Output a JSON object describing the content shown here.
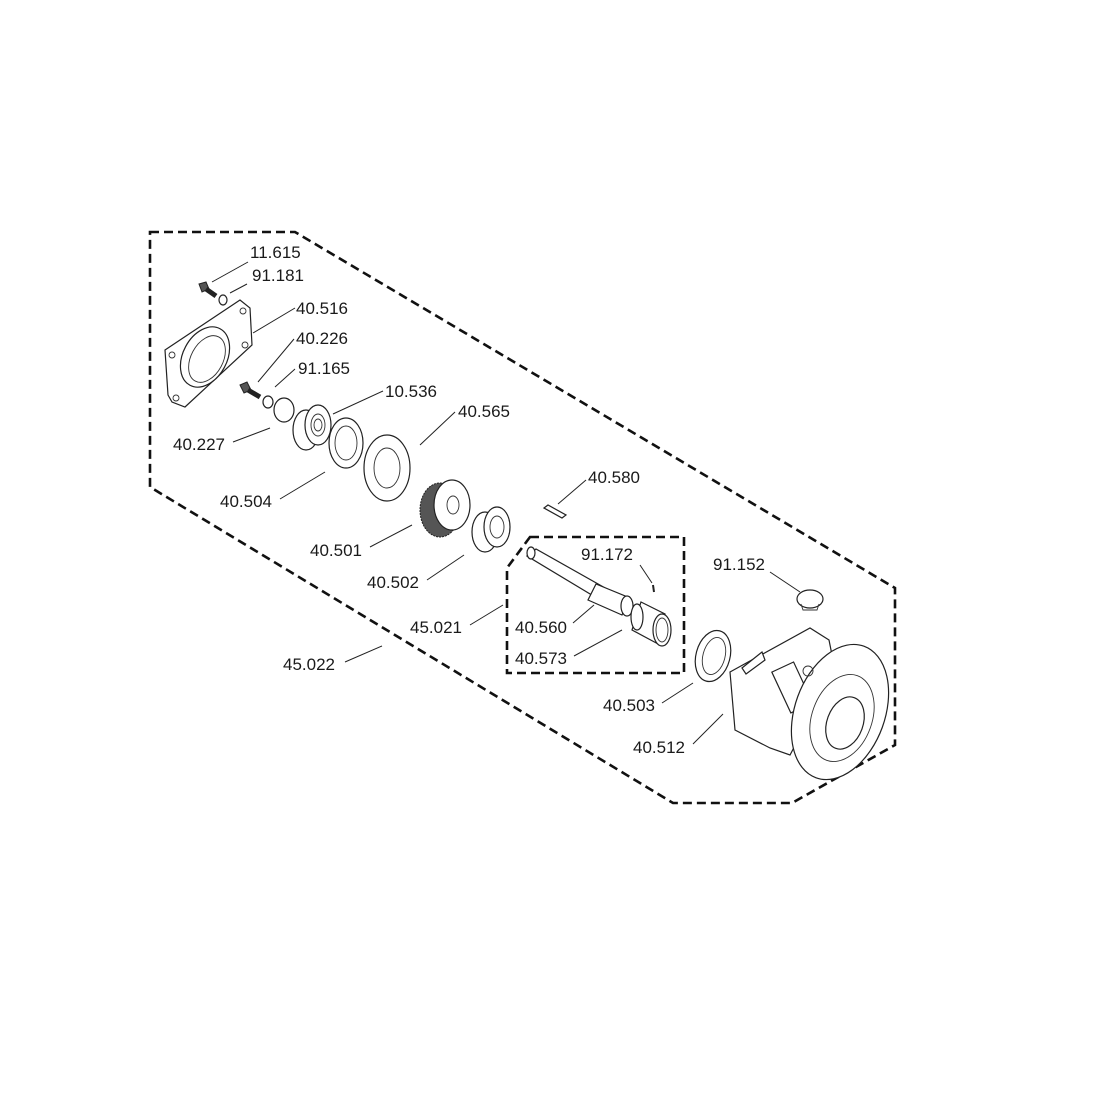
{
  "diagram": {
    "type": "exploded-parts-view",
    "groups": [
      {
        "id": "45.022",
        "style": "dashed-outline"
      },
      {
        "id": "45.021",
        "style": "dashed-outline"
      }
    ],
    "labels": {
      "p11615": "11.615",
      "p91181": "91.181",
      "p40516": "40.516",
      "p40226": "40.226",
      "p91165": "91.165",
      "p10536": "10.536",
      "p40565": "40.565",
      "p40227": "40.227",
      "p40504": "40.504",
      "p40580": "40.580",
      "p40501": "40.501",
      "p91172": "91.172",
      "p91152": "91.152",
      "p40502": "40.502",
      "p45021": "45.021",
      "p40560": "40.560",
      "p40573": "40.573",
      "p45022": "45.022",
      "p40503": "40.503",
      "p40512": "40.512"
    }
  }
}
